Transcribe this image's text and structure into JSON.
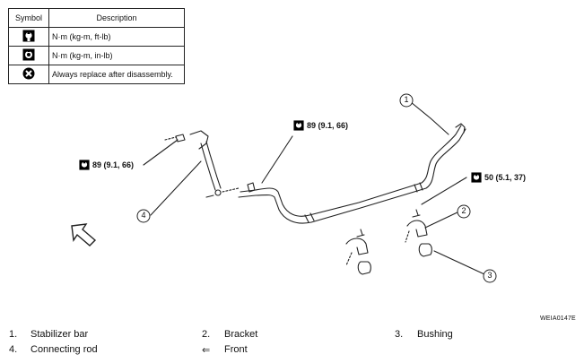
{
  "legend": {
    "headers": {
      "symbol": "Symbol",
      "description": "Description"
    },
    "rows": [
      {
        "icon": "torque-wrench-nm-icon",
        "text": "N·m (kg-m, ft-lb)"
      },
      {
        "icon": "torque-wrench-inlb-icon",
        "text": "N·m (kg-m, in-lb)"
      },
      {
        "icon": "always-replace-icon",
        "text": "Always replace after disassembly."
      }
    ]
  },
  "torque_labels": [
    {
      "icon": "torque-wrench-nm-icon",
      "text": "89 (9.1, 66)"
    },
    {
      "icon": "torque-wrench-nm-icon",
      "text": "89 (9.1, 66)"
    },
    {
      "icon": "torque-wrench-nm-icon",
      "text": "50 (5.1, 37)"
    }
  ],
  "callouts": [
    "1",
    "2",
    "3",
    "4"
  ],
  "figure_ref": "WEIA0147E",
  "captions": [
    {
      "num": "1.",
      "label": "Stabilizer bar"
    },
    {
      "num": "2.",
      "label": "Bracket"
    },
    {
      "num": "3.",
      "label": "Bushing"
    },
    {
      "num": "4.",
      "label": "Connecting rod"
    },
    {
      "num": "⇐",
      "label": "Front"
    }
  ]
}
